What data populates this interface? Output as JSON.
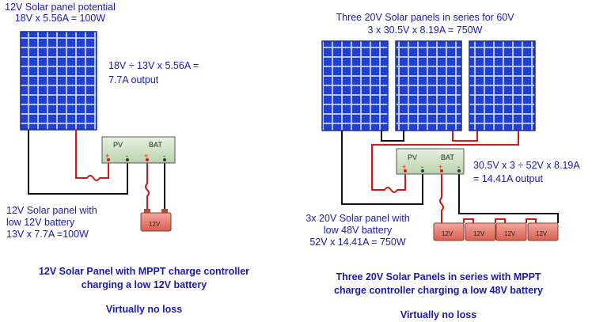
{
  "left": {
    "title_line1": "12V Solar panel potential",
    "title_line2": "18V x 5.56A = 100W",
    "calc_line1": "18V ÷ 13V x 5.56A =",
    "calc_line2": "7.7A output",
    "battery_line1": "12V Solar panel with",
    "battery_line2": "low 12V battery",
    "battery_line3": "13V x 7.7A =100W",
    "caption_line1": "12V Solar Panel with MPPT charge controller",
    "caption_line2": "charging a low 12V battery",
    "caption_line3": "Virtually no loss",
    "controller": {
      "pv": "PV",
      "bat": "BAT"
    },
    "battery_label": "12V"
  },
  "right": {
    "title_line1": "Three 20V Solar panels in series for 60V",
    "title_line2": "3 x 30.5V x 8.19A = 750W",
    "calc_line1": "30.5V x 3 ÷ 52V x 8.19A",
    "calc_line2": "= 14.41A output",
    "battery_line1": "3x 20V Solar panel with",
    "battery_line2": "low 48V battery",
    "battery_line3": "52V x 14.41A = 750W",
    "caption_line1": "Three 20V Solar Panels in series with MPPT",
    "caption_line2": "charge controller charging a low 48V battery",
    "caption_line3": "Virtually no loss",
    "controller": {
      "pv": "PV",
      "bat": "BAT"
    },
    "battery_labels": [
      "12V",
      "12V",
      "12V",
      "12V"
    ]
  },
  "colors": {
    "text": "#1a1aa6",
    "panel": "#1f3fd6",
    "wire_pos": "#d01818",
    "wire_neg": "#111111",
    "controller": "#cfe3c6",
    "battery": "#e47a6e"
  },
  "icons": {
    "terminal_plus": "+",
    "terminal_minus": "-"
  }
}
